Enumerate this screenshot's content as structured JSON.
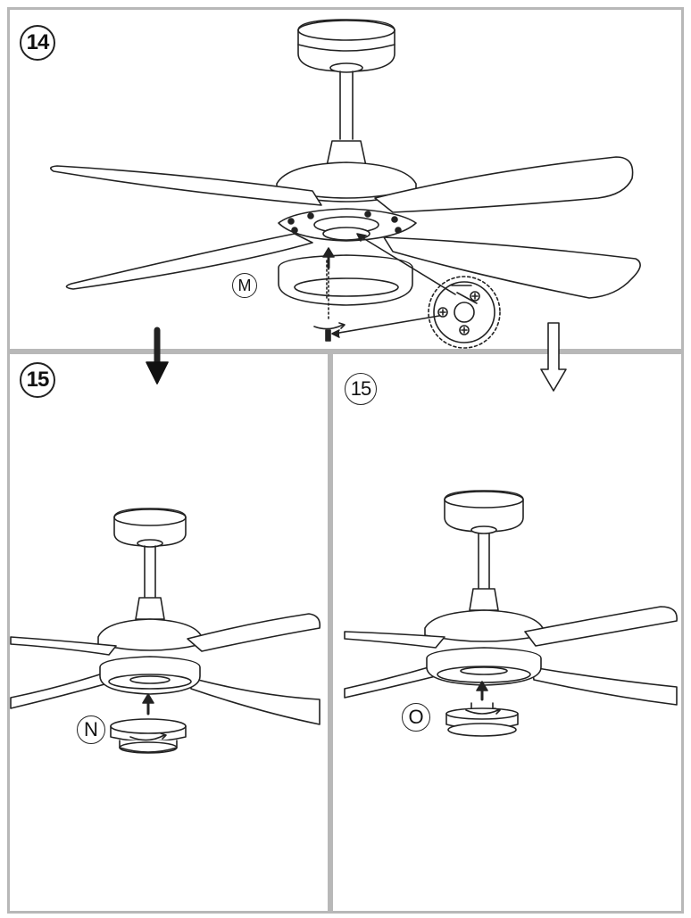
{
  "steps": {
    "step14": {
      "number": "14"
    },
    "step15_left": {
      "number": "15"
    },
    "step15_right": {
      "number": "15"
    }
  },
  "parts": {
    "m": "M",
    "n": "N",
    "o": "O"
  },
  "colors": {
    "line": "#222222",
    "panel_border": "#b8b8b8",
    "background": "#ffffff"
  }
}
